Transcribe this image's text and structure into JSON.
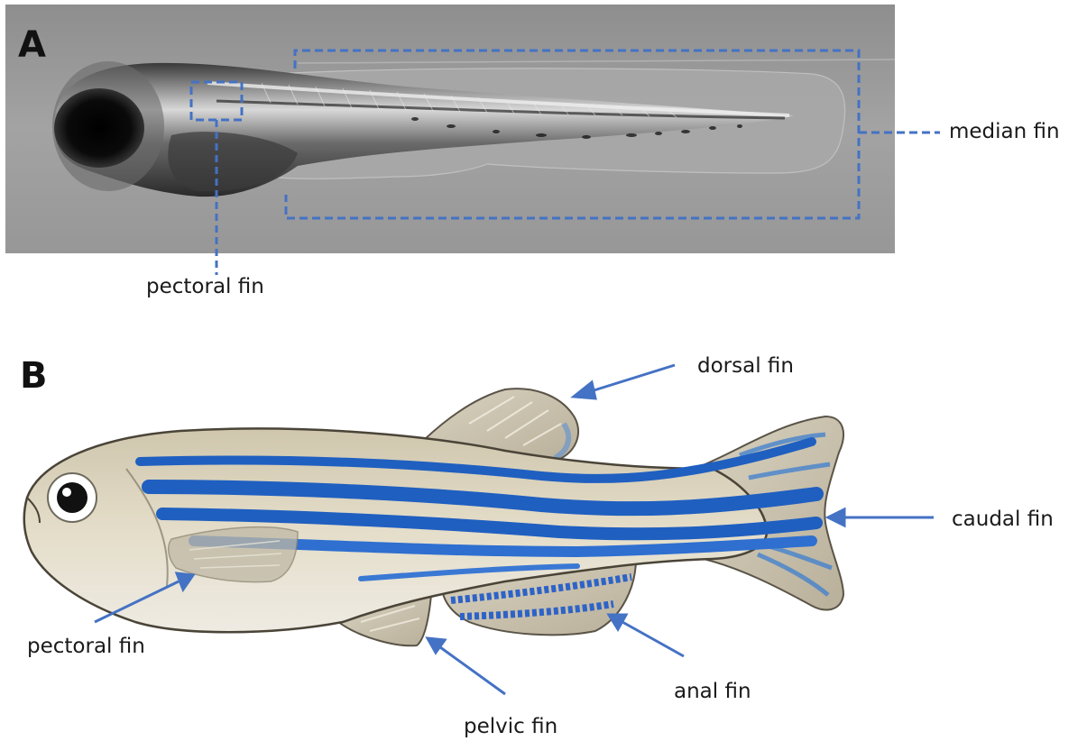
{
  "panel_a": {
    "letter": "A",
    "labels": {
      "median_fin": "median fin",
      "pectoral_fin": "pectoral fin"
    }
  },
  "panel_b": {
    "letter": "B",
    "labels": {
      "dorsal_fin": "dorsal fin",
      "caudal_fin": "caudal fin",
      "pectoral_fin": "pectoral fin",
      "anal_fin": "anal fin",
      "pelvic_fin": "pelvic fin"
    }
  },
  "colors": {
    "annotation_blue": "#4472c4",
    "stripe_blue": "#1f5fc0",
    "body_tan": "#d9d1bd",
    "micrograph_bg": "#9a9a9a"
  }
}
